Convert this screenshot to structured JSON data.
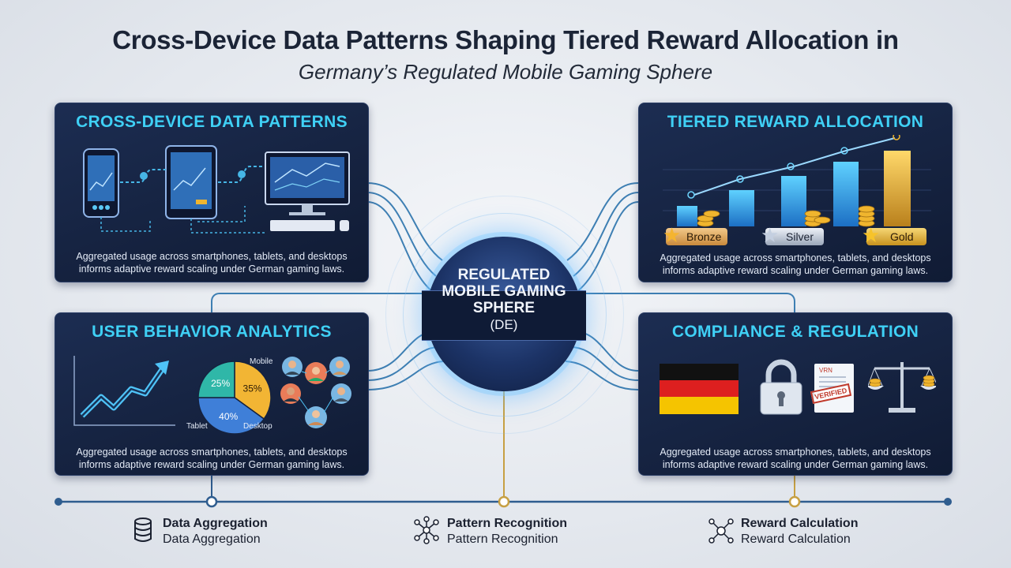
{
  "header": {
    "title": "Cross-Device Data Patterns Shaping Tiered Reward Allocation in",
    "subtitle": "Germany’s Regulated Mobile Gaming Sphere"
  },
  "panels": {
    "cross_device": {
      "title": "CROSS-DEVICE DATA PATTERNS",
      "desc_line1": "Aggregated usage across smartphones, tablets, and desktops",
      "desc_line2": "informs adaptive reward scaling under German gaming laws."
    },
    "tiered_reward": {
      "title": "TIERED REWARD ALLOCATION",
      "tiers": [
        "Bronze",
        "Silver",
        "Gold"
      ],
      "desc_line1": "Aggregated usage across smartphones, tablets, and desktops",
      "desc_line2": "informs adaptive reward scaling under German gaming laws."
    },
    "user_behavior": {
      "title": "USER BEHAVIOR ANALYTICS",
      "pie_labels": {
        "mobile": "Mobile",
        "tablet": "Tablet",
        "desktop": "Desktop"
      },
      "desc_line1": "Aggregated usage across smartphones, tablets, and desktops",
      "desc_line2": "informs adaptive reward scaling under German gaming laws."
    },
    "compliance": {
      "title": "COMPLIANCE & REGULATION",
      "stamp_text": "VERIFIED",
      "doc_header": "VRN",
      "desc_line1": "Aggregated usage across smartphones, tablets, and desktops",
      "desc_line2": "informs adaptive reward scaling under German gaming laws."
    }
  },
  "chart_data": {
    "type": "pie",
    "categories": [
      "Mobile",
      "Tablet",
      "Desktop"
    ],
    "values": [
      35,
      40,
      25
    ],
    "value_labels": [
      "35%",
      "40%",
      "25%"
    ],
    "colors": [
      "#f2b534",
      "#3f7fd8",
      "#2fb7a8"
    ]
  },
  "hub": {
    "line1": "REGULATED",
    "line2": "MOBILE GAMING",
    "line3": "SPHERE",
    "line4": "(DE)"
  },
  "timeline": [
    {
      "title": "Data Aggregation",
      "subtitle": "Data Aggregation",
      "icon": "database-icon"
    },
    {
      "title": "Pattern Recognition",
      "subtitle": "Pattern Recognition",
      "icon": "network-icon"
    },
    {
      "title": "Reward Calculation",
      "subtitle": "Reward Calculation",
      "icon": "hub-network-icon"
    }
  ],
  "colors": {
    "accent_cyan": "#3fd0f5",
    "panel_bg": "#1a2a4c",
    "gold": "#f0b52e",
    "line_blue": "#2d6fa6"
  }
}
